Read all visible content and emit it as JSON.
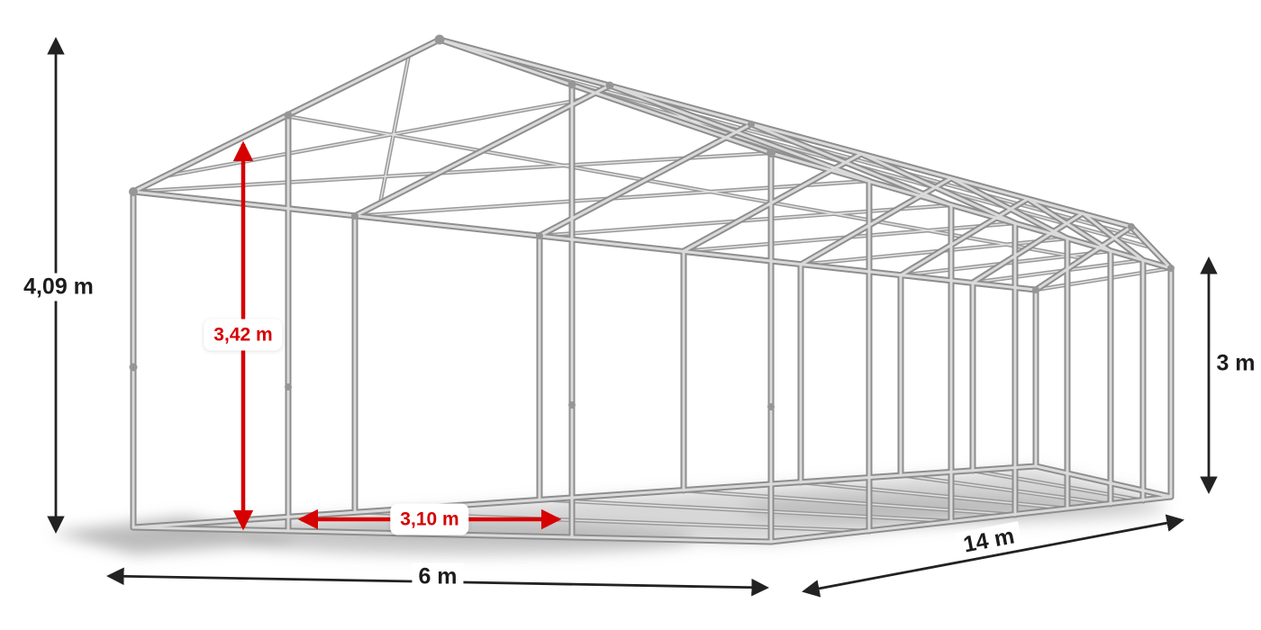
{
  "page": {
    "background": "#ffffff"
  },
  "diagram": {
    "dimension_labels": {
      "total_height": "4,09 m",
      "inner_height": "3,42 m",
      "entrance_width": "3,10 m",
      "side_height": "3 m",
      "width": "6 m",
      "length": "14 m"
    },
    "colors": {
      "frame_tube": "#8e8e8e",
      "frame_highlight": "#dadada",
      "dimension_primary": "#222222",
      "dimension_accent": "#d60000"
    }
  }
}
